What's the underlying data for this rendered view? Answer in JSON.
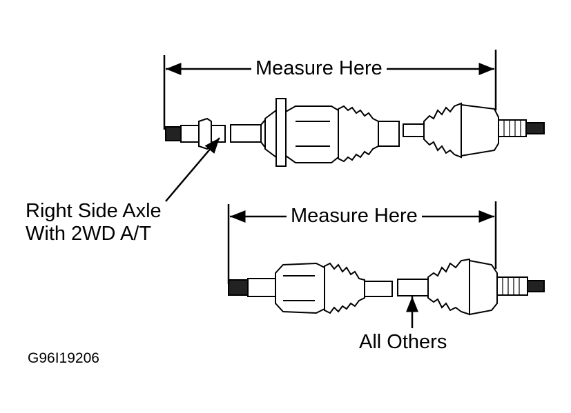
{
  "diagram": {
    "top_measure_label": "Measure Here",
    "bottom_measure_label": "Measure Here",
    "right_side_callout": [
      "Right Side Axle",
      "With 2WD A/T"
    ],
    "all_others_callout": "All Others",
    "figure_code": "G96I19206"
  },
  "colors": {
    "ink": "#000000",
    "paper": "#ffffff"
  }
}
